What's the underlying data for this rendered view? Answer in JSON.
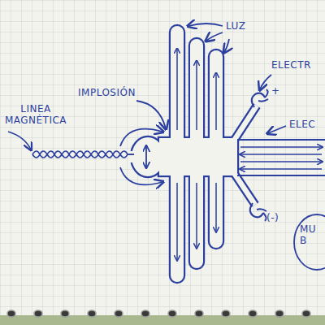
{
  "diagram": {
    "nodes": [
      {
        "text": [
          "MU B"
        ]
      }
    ],
    "labels": [
      "LINEA MAGNÉTICA",
      "IMPLOSIÓN",
      "LUZ",
      "ELECTR",
      "+",
      "ELEC",
      "(-)"
    ]
  }
}
